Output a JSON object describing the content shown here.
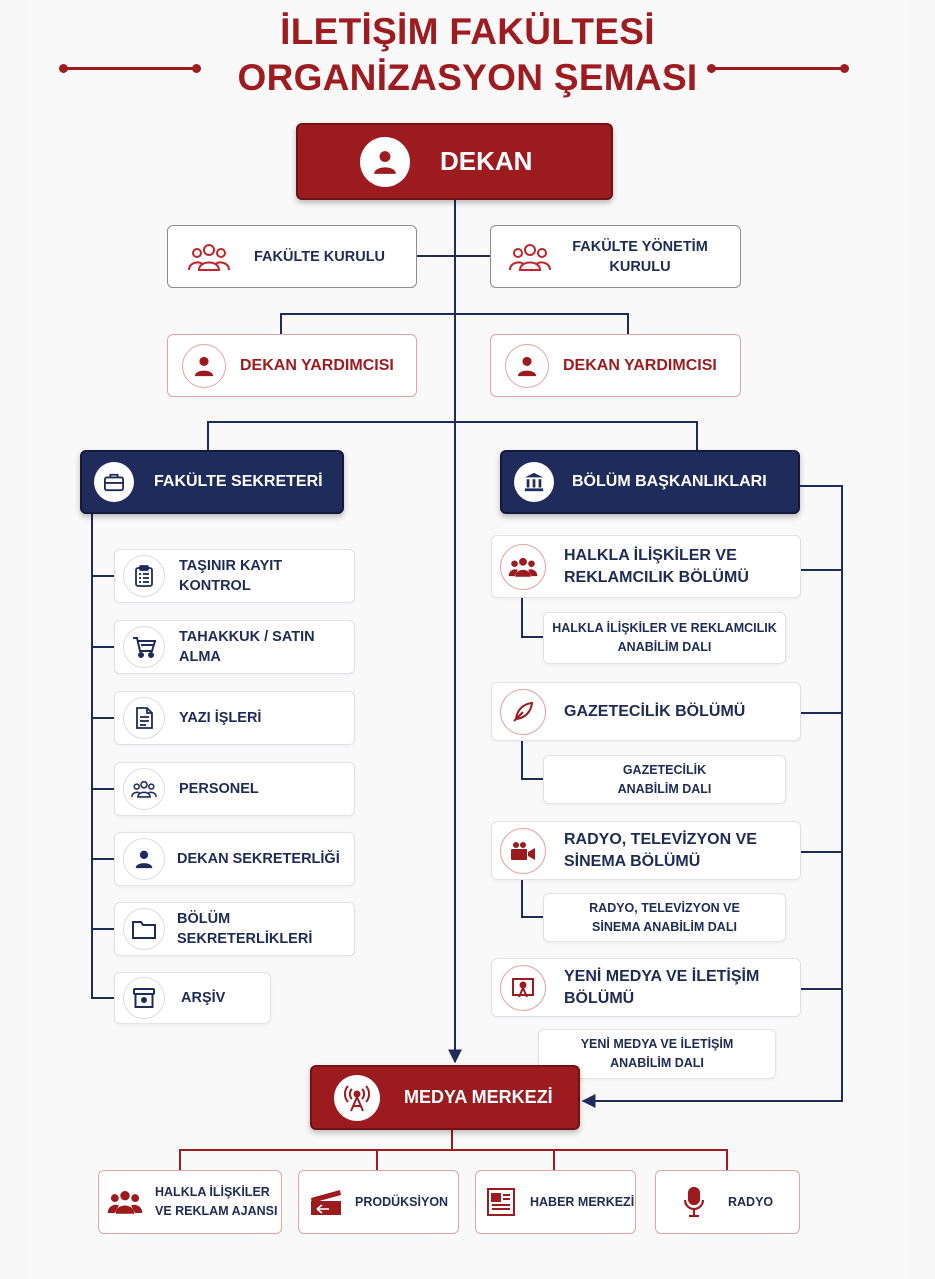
{
  "title": {
    "line1": "İLETİŞİM FAKÜLTESİ",
    "line2": "ORGANİZASYON ŞEMASI"
  },
  "colors": {
    "red": "#9e1b1f",
    "navy": "#1f2b5a"
  },
  "dekan": {
    "label": "DEKAN",
    "icon": "user-icon"
  },
  "kurullar": [
    {
      "label": "FAKÜLTE KURULU",
      "icon": "users-icon"
    },
    {
      "label": "FAKÜLTE YÖNETİM KURULU",
      "icon": "users-icon"
    }
  ],
  "yardimcilar": [
    {
      "label": "DEKAN YARDIMCISI",
      "icon": "user-icon"
    },
    {
      "label": "DEKAN YARDIMCISI",
      "icon": "user-icon"
    }
  ],
  "sekreter": {
    "label": "FAKÜLTE SEKRETERİ",
    "icon": "briefcase-icon",
    "items": [
      {
        "label": "TAŞINIR KAYIT KONTROL",
        "icon": "clipboard-icon"
      },
      {
        "label": "TAHAKKUK / SATIN ALMA",
        "icon": "cart-icon"
      },
      {
        "label": "YAZI İŞLERİ",
        "icon": "document-icon"
      },
      {
        "label": "PERSONEL",
        "icon": "users-icon"
      },
      {
        "label": "DEKAN SEKRETERLİĞİ",
        "icon": "user-icon"
      },
      {
        "label": "BÖLÜM SEKRETERLİKLERİ",
        "icon": "folder-icon"
      },
      {
        "label": "ARŞİV",
        "icon": "archive-icon"
      }
    ]
  },
  "bolumler": {
    "label": "BÖLÜM BAŞKANLIKLARI",
    "icon": "institution-icon",
    "items": [
      {
        "label": "HALKLA İLİŞKİLER VE REKLAMCILIK BÖLÜMÜ",
        "icon": "users-icon",
        "sub": "HALKLA İLİŞKİLER VE REKLAMCILIK ANABİLİM DALI"
      },
      {
        "label": "GAZETECİLİK BÖLÜMÜ",
        "icon": "quill-icon",
        "sub": "GAZETECİLİK ANABİLİM DALI"
      },
      {
        "label": "RADYO, TELEVİZYON VE SİNEMA BÖLÜMÜ",
        "icon": "video-camera-icon",
        "sub": "RADYO, TELEVİZYON VE SİNEMA ANABİLİM DALI"
      },
      {
        "label": "YENİ MEDYA VE İLETİŞİM BÖLÜMÜ",
        "icon": "screen-icon",
        "sub": "YENİ MEDYA VE İLETİŞİM ANABİLİM DALI"
      }
    ]
  },
  "medya": {
    "label": "MEDYA MERKEZİ",
    "icon": "antenna-icon",
    "items": [
      {
        "label": "HALKLA İLİŞKİLER VE REKLAM AJANSI",
        "icon": "users-icon"
      },
      {
        "label": "PRODÜKSİYON",
        "icon": "clapperboard-icon"
      },
      {
        "label": "HABER MERKEZİ",
        "icon": "newspaper-icon"
      },
      {
        "label": "RADYO",
        "icon": "microphone-icon"
      }
    ]
  }
}
